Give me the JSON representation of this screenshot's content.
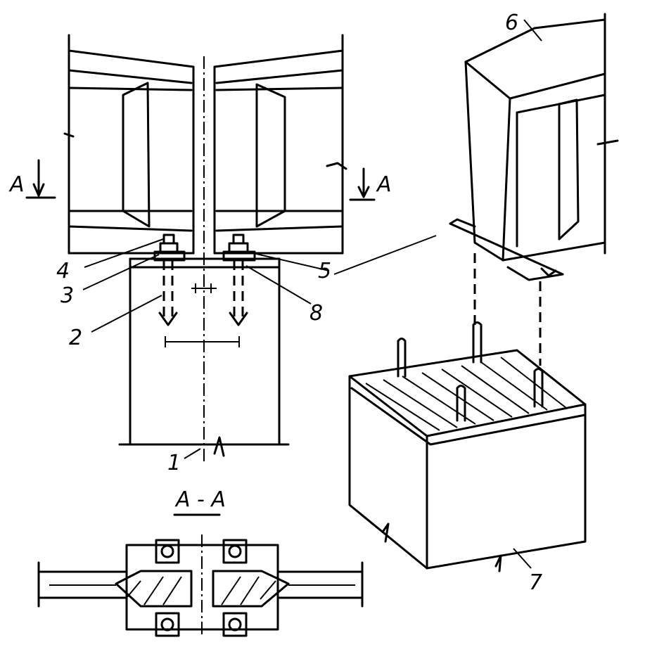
{
  "labels": {
    "n1": "1",
    "n2": "2",
    "n3": "3",
    "n4": "4",
    "n5": "5",
    "n6": "6",
    "n7": "7",
    "n8": "8",
    "section_left": "A",
    "section_right": "A",
    "section_title": "A - A"
  }
}
